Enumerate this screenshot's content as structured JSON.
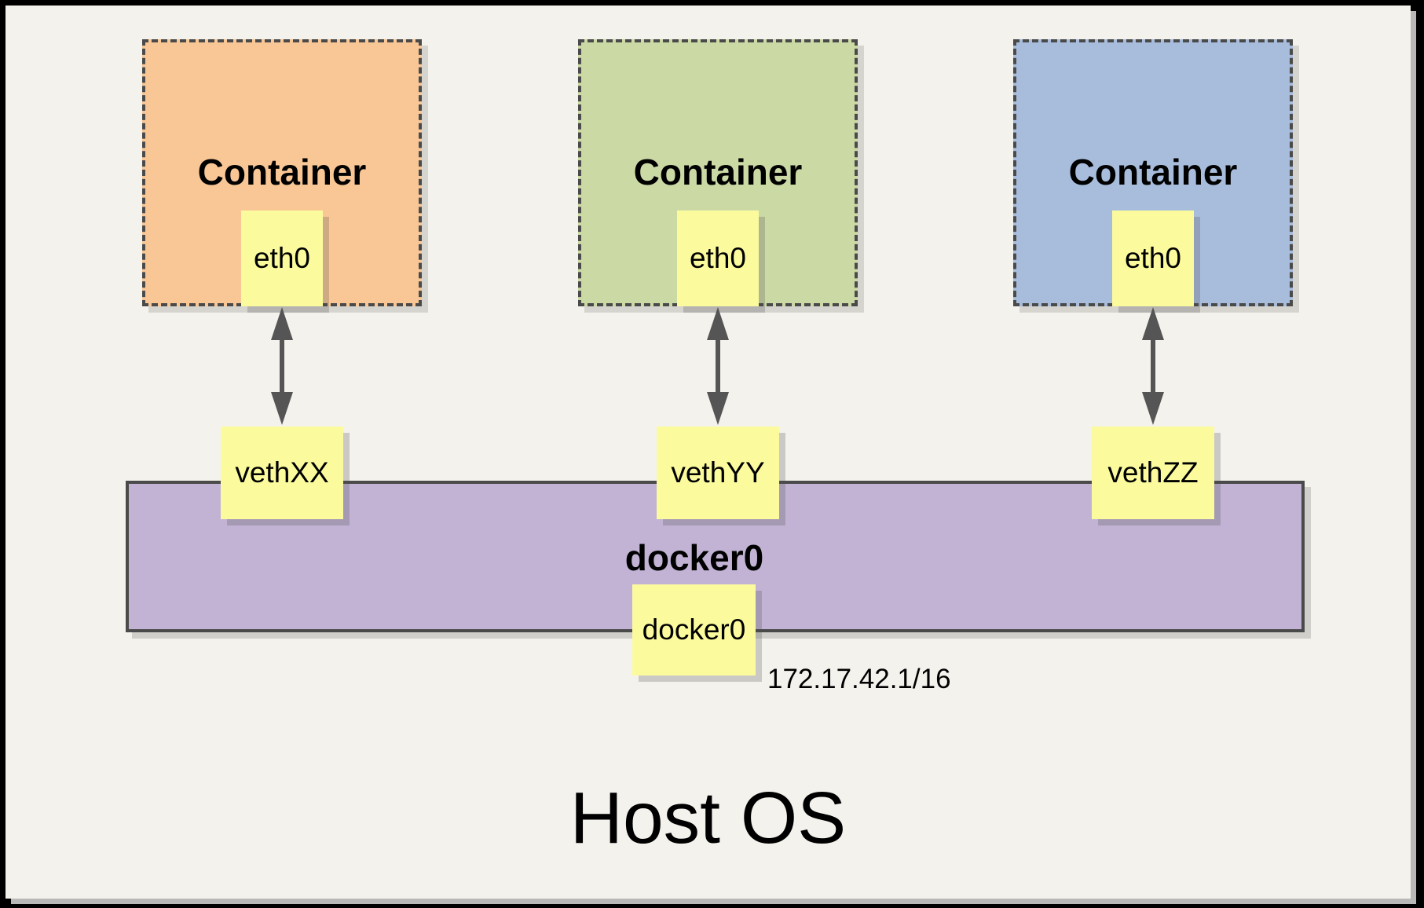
{
  "containers": [
    {
      "title": "Container",
      "interface": "eth0",
      "veth": "vethXX",
      "fill": "#F9C795"
    },
    {
      "title": "Container",
      "interface": "eth0",
      "veth": "vethYY",
      "fill": "#CBD9A4"
    },
    {
      "title": "Container",
      "interface": "eth0",
      "veth": "vethZZ",
      "fill": "#A8BDDC"
    }
  ],
  "bridge": {
    "title": "docker0",
    "interface": "docker0",
    "ip": "172.17.42.1/16",
    "fill": "#C2B3D5"
  },
  "host": {
    "title": "Host OS"
  },
  "colors": {
    "page_background": "#F4F2EC",
    "frame": "#000000",
    "note_fill": "#FBFB9E",
    "dashed_border": "#4A4A4A",
    "arrow": "#555555"
  }
}
